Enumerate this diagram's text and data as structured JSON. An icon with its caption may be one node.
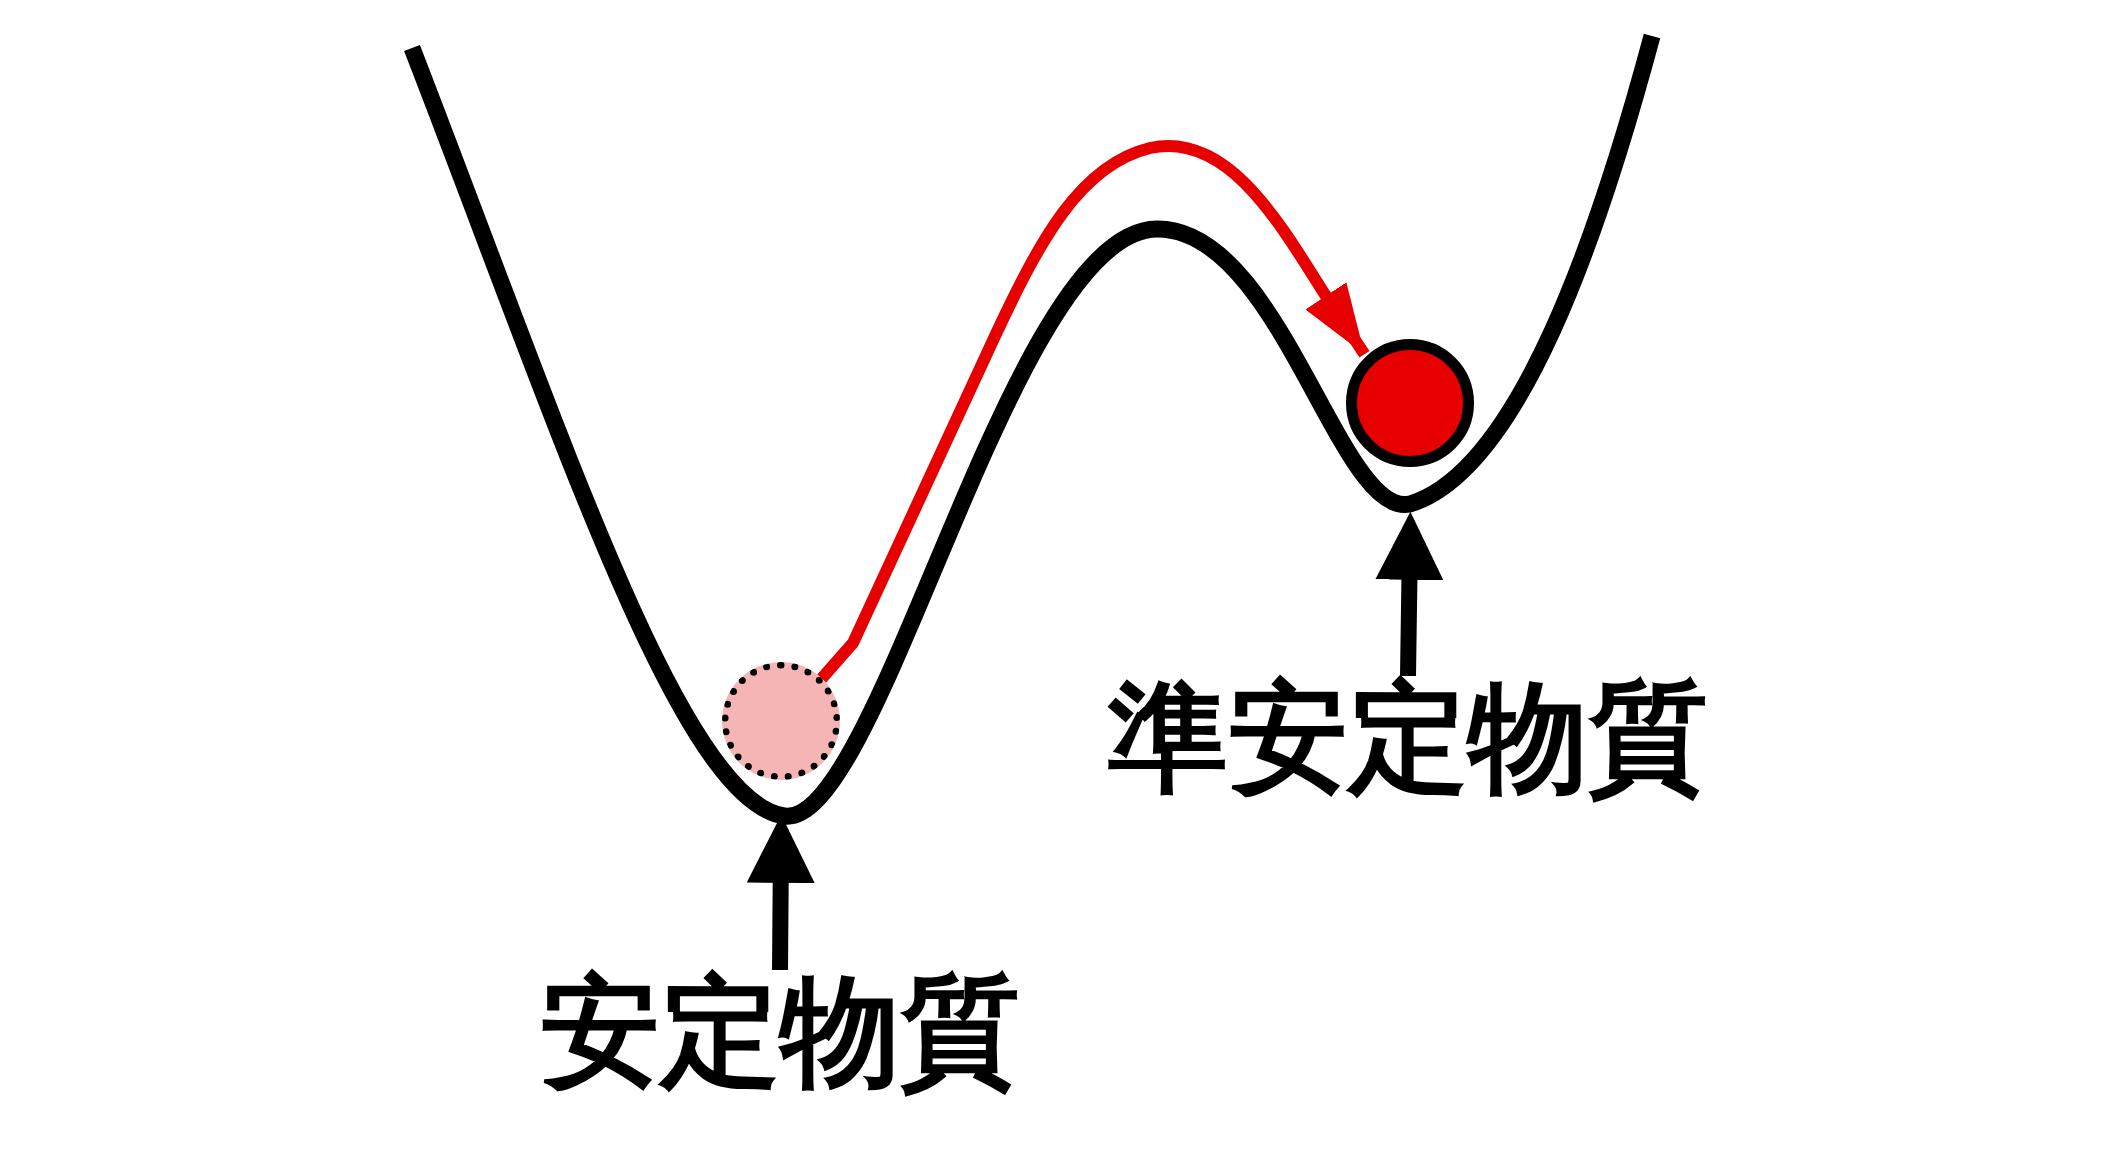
{
  "diagram": {
    "nodes": [
      {
        "text": [
          "安定物質"
        ]
      },
      {
        "text": [
          "準安定物質"
        ]
      },
      {
        "text": [],
        "shape": "circle"
      },
      {
        "text": [],
        "shape": "circle"
      }
    ],
    "edges": [
      {
        "from": 0,
        "to": 2,
        "arrow": "to"
      },
      {
        "from": 1,
        "to": 3,
        "arrow": "to"
      },
      {
        "from": 2,
        "to": 3,
        "arrow": "to",
        "color": "#e60000"
      }
    ]
  }
}
